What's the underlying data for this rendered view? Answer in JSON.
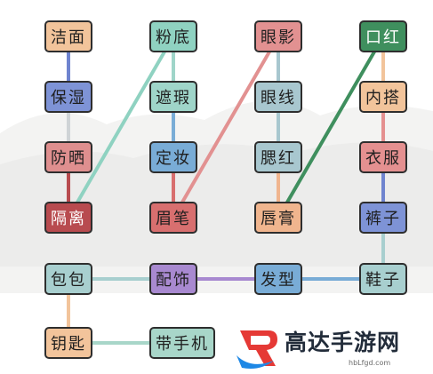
{
  "tiles": [
    {
      "id": "jiemian",
      "label": "洁面",
      "color": "#f2c49b"
    },
    {
      "id": "baoshi",
      "label": "保湿",
      "color": "#7e93d6"
    },
    {
      "id": "fangshai",
      "label": "防晒",
      "color": "#df8f8f"
    },
    {
      "id": "geli",
      "label": "隔离",
      "color": "#b84b4f",
      "dark": true
    },
    {
      "id": "fendi",
      "label": "粉底",
      "color": "#8fd2c1"
    },
    {
      "id": "zhexia",
      "label": "遮瑕",
      "color": "#9fd5c9"
    },
    {
      "id": "dingzhuang",
      "label": "定妆",
      "color": "#79acd6"
    },
    {
      "id": "meibi",
      "label": "眉笔",
      "color": "#d86f6f"
    },
    {
      "id": "yanying",
      "label": "眼影",
      "color": "#e29191"
    },
    {
      "id": "yanxian",
      "label": "眼线",
      "color": "#a8c7cf"
    },
    {
      "id": "saihong",
      "label": "腮红",
      "color": "#a8c7cf"
    },
    {
      "id": "chungao",
      "label": "唇膏",
      "color": "#f0b58e"
    },
    {
      "id": "kouhong",
      "label": "口红",
      "color": "#3f8f5e",
      "dark": true
    },
    {
      "id": "neida",
      "label": "内搭",
      "color": "#f2c49b"
    },
    {
      "id": "yifu",
      "label": "衣服",
      "color": "#e49090"
    },
    {
      "id": "kuzi",
      "label": "裤子",
      "color": "#7e93d6"
    },
    {
      "id": "baobao",
      "label": "包包",
      "color": "#a8cfcf"
    },
    {
      "id": "peishi",
      "label": "配饰",
      "color": "#a889d0"
    },
    {
      "id": "faxing",
      "label": "发型",
      "color": "#79acd6"
    },
    {
      "id": "xiezi",
      "label": "鞋子",
      "color": "#a8cfcf"
    },
    {
      "id": "yaoshi",
      "label": "钥匙",
      "color": "#f2c49b"
    },
    {
      "id": "daishouji",
      "label": "带手机",
      "color": "#a8d6c9"
    }
  ],
  "connections": [
    {
      "from": "jiemian",
      "to": "baoshi",
      "color": "#6f84cf"
    },
    {
      "from": "baoshi",
      "to": "fangshai",
      "color": "#cfd3d6"
    },
    {
      "from": "fangshai",
      "to": "geli",
      "color": "#b84b4f"
    },
    {
      "from": "geli",
      "to": "fendi",
      "color": "#8fd2c1"
    },
    {
      "from": "fendi",
      "to": "zhexia",
      "color": "#9fd5c9"
    },
    {
      "from": "zhexia",
      "to": "dingzhuang",
      "color": "#79acd6"
    },
    {
      "from": "dingzhuang",
      "to": "meibi",
      "color": "#d86f6f"
    },
    {
      "from": "meibi",
      "to": "yanying",
      "color": "#e29191"
    },
    {
      "from": "yanying",
      "to": "yanxian",
      "color": "#a8c7cf"
    },
    {
      "from": "yanxian",
      "to": "saihong",
      "color": "#a8c7cf"
    },
    {
      "from": "saihong",
      "to": "chungao",
      "color": "#f0b58e"
    },
    {
      "from": "chungao",
      "to": "kouhong",
      "color": "#3f8f5e"
    },
    {
      "from": "kouhong",
      "to": "neida",
      "color": "#f2c49b"
    },
    {
      "from": "neida",
      "to": "yifu",
      "color": "#e49090"
    },
    {
      "from": "yifu",
      "to": "kuzi",
      "color": "#6f84cf"
    },
    {
      "from": "kuzi",
      "to": "xiezi",
      "color": "#a8cfcf"
    },
    {
      "from": "xiezi",
      "to": "faxing",
      "color": "#79acd6"
    },
    {
      "from": "faxing",
      "to": "peishi",
      "color": "#a889d0"
    },
    {
      "from": "peishi",
      "to": "baobao",
      "color": "#a8cfcf"
    },
    {
      "from": "baobao",
      "to": "yaoshi",
      "color": "#f2c49b"
    },
    {
      "from": "yaoshi",
      "to": "daishouji",
      "color": "#a8d6c9"
    }
  ],
  "watermark": {
    "title": "高达手游网",
    "url": "hbLfgd.com",
    "logo_colors": [
      "#e53935",
      "#1e88e5"
    ]
  }
}
